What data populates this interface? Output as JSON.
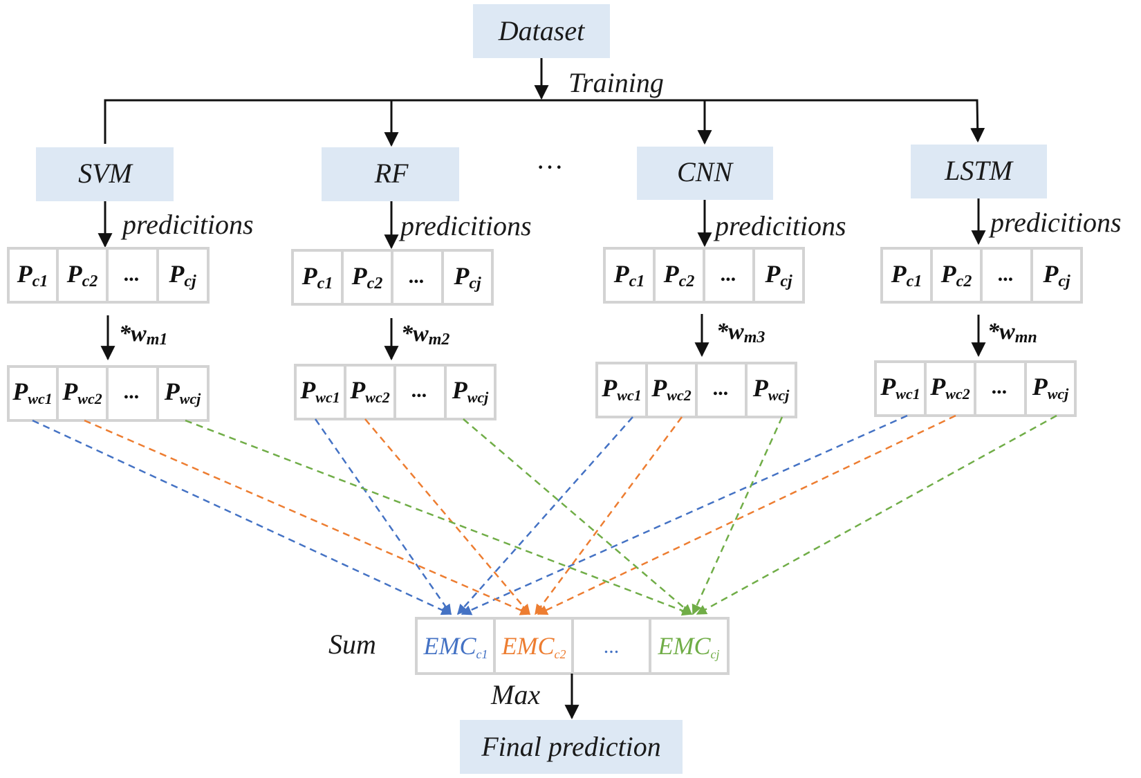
{
  "nodes": {
    "dataset": "Dataset",
    "final": "Final prediction",
    "models": [
      "SVM",
      "RF",
      "CNN",
      "LSTM"
    ],
    "ellipsis": "···"
  },
  "edges": {
    "training": "Training",
    "predictions": "predicitions",
    "sum": "Sum",
    "max": "Max",
    "weight_prefix": "*w",
    "weights": [
      "m1",
      "m2",
      "m3",
      "mn"
    ]
  },
  "cells": {
    "p_base": "P",
    "p_subs": [
      "c1",
      "c2",
      "",
      "cj"
    ],
    "pw_subs": [
      "wc1",
      "wc2",
      "",
      "wcj"
    ],
    "dots": "..."
  },
  "emc": {
    "base": "EMC",
    "subs": [
      "c1",
      "c2",
      "",
      "cj"
    ],
    "dots": "...",
    "colors": [
      "#4472c4",
      "#ed7d31",
      "#4472c4",
      "#70ad47"
    ]
  },
  "line_colors": {
    "blue": "#4472c4",
    "orange": "#ed7d31",
    "green": "#70ad47"
  }
}
